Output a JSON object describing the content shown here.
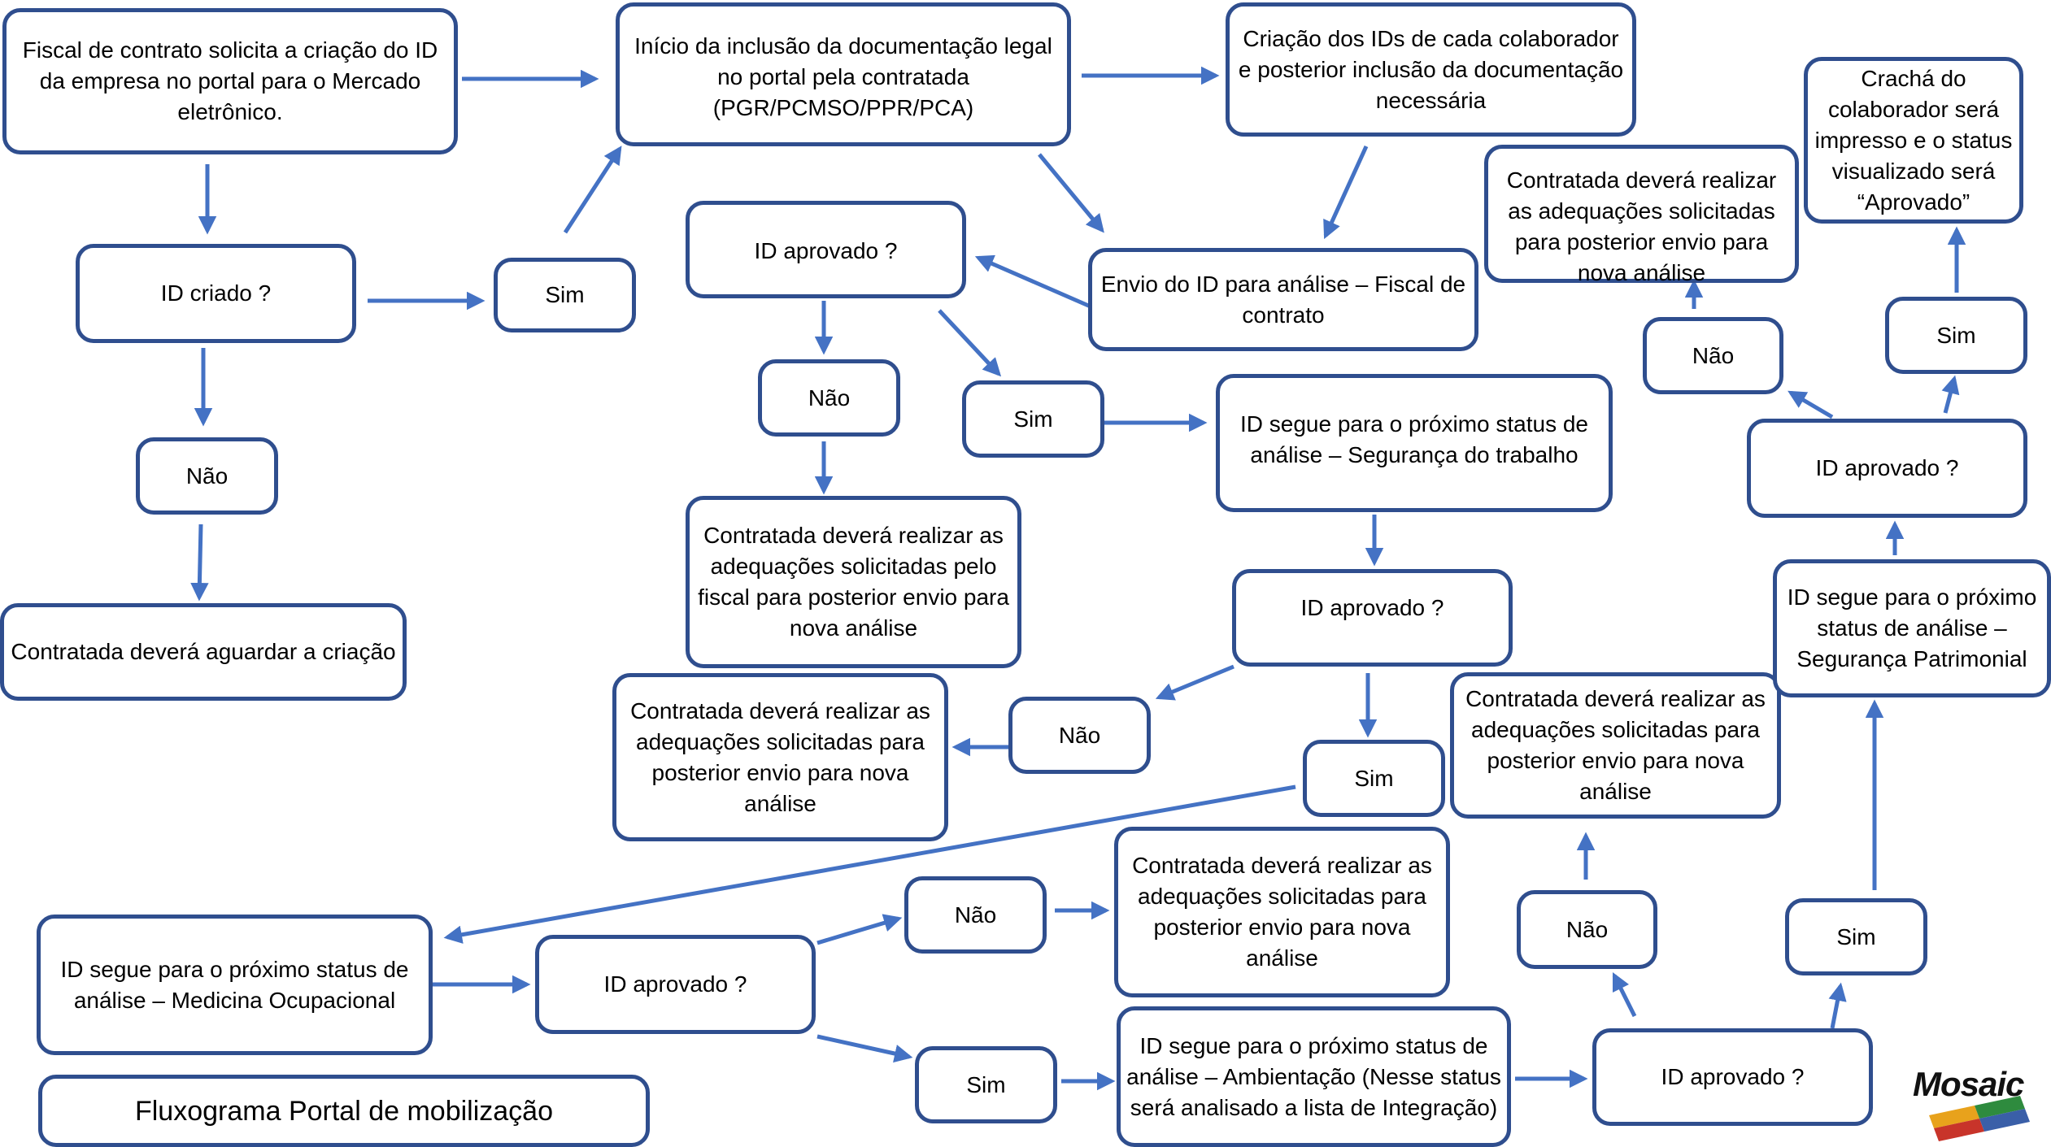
{
  "title": "Fluxograma Portal de mobilização",
  "colors": {
    "border": "#2F4E8E",
    "arrow": "#4472C4"
  },
  "nodes": {
    "fiscal_solicita": "Fiscal de contrato solicita a criação do ID da empresa no portal para o Mercado eletrônico.",
    "id_criado": "ID criado ?",
    "sim_criado": "Sim",
    "nao_criado": "Não",
    "aguardar": "Contratada deverá aguardar a criação",
    "inicio_inclusao": "Início da inclusão da documentação legal no portal pela contratada (PGR/PCMSO/PPR/PCA)",
    "criacao_ids": "Criação dos IDs de cada colaborador e posterior inclusão da documentação necessária",
    "envio_fiscal": "Envio do ID para análise – Fiscal  de contrato",
    "id_aprovado_fiscal": "ID aprovado ?",
    "nao_fiscal": "Não",
    "sim_fiscal": "Sim",
    "adequacoes_fiscal": "Contratada deverá realizar as adequações solicitadas pelo fiscal para posterior envio para nova análise",
    "seg_trabalho": "ID segue para o próximo status de análise – Segurança do trabalho",
    "id_aprovado_seg": "ID aprovado ?",
    "nao_seg": "Não",
    "sim_seg": "Sim",
    "adequacoes_seg": "Contratada deverá realizar as adequações solicitadas  para posterior envio para nova análise",
    "medicina": "ID segue para o próximo status de análise – Medicina Ocupacional",
    "id_aprovado_med": "ID aprovado ?",
    "nao_med": "Não",
    "sim_med": "Sim",
    "adequacoes_med": "Contratada deverá realizar as adequações solicitadas  para posterior envio para nova análise",
    "ambientacao": "ID segue para o próximo status de análise – Ambientação (Nesse status será analisado a lista de Integração)",
    "id_aprovado_amb": "ID aprovado ?",
    "nao_amb": "Não",
    "sim_amb": "Sim",
    "adequacoes_amb": "Contratada deverá realizar as adequações solicitadas  para posterior envio para nova análise",
    "seg_patrimonial": "ID segue para o próximo status de análise – Segurança Patrimonial",
    "id_aprovado_pat": "ID aprovado ?",
    "nao_pat": "Não",
    "sim_pat": "Sim",
    "adequacoes_pat": "Contratada deverá realizar as adequações solicitadas  para posterior envio para nova análise",
    "cracha": "Crachá do colaborador será impresso e o status visualizado será “Aprovado”"
  },
  "logo": {
    "text": "Mosaic",
    "colors": [
      "#E8A21C",
      "#C8342A",
      "#2E8B3E",
      "#3A5FA8"
    ]
  }
}
